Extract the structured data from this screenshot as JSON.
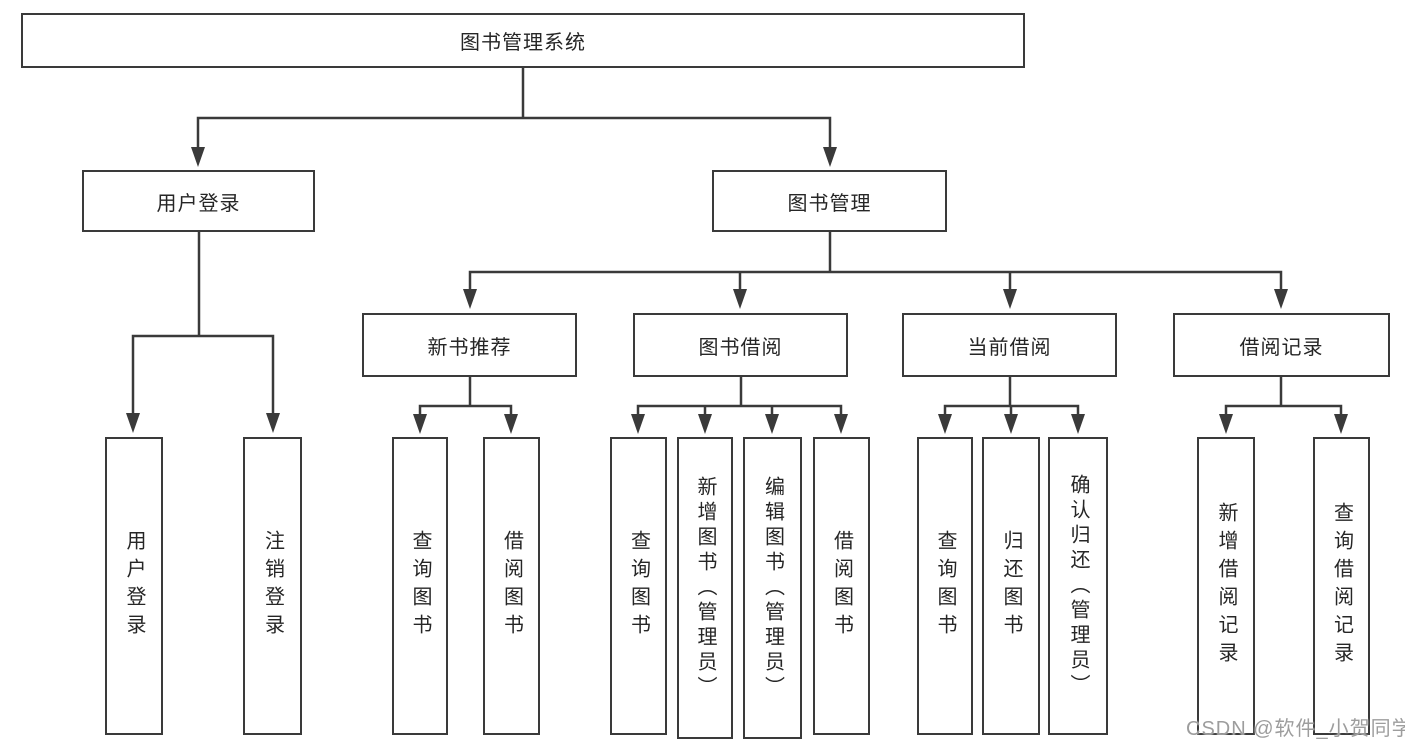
{
  "diagram": {
    "root": {
      "label": "图书管理系统"
    },
    "level2": [
      {
        "id": "user-login",
        "label": "用户登录"
      },
      {
        "id": "book-management",
        "label": "图书管理"
      }
    ],
    "level3": [
      {
        "id": "new-book-recommendation",
        "label": "新书推荐"
      },
      {
        "id": "book-borrowing",
        "label": "图书借阅"
      },
      {
        "id": "current-borrowing",
        "label": "当前借阅"
      },
      {
        "id": "borrowing-records",
        "label": "借阅记录"
      }
    ],
    "leaves": [
      {
        "id": "user-login-leaf",
        "label": "用户登录"
      },
      {
        "id": "logout",
        "label": "注销登录"
      },
      {
        "id": "query-book-recommend",
        "label": "查询图书"
      },
      {
        "id": "borrow-book-recommend",
        "label": "借阅图书"
      },
      {
        "id": "query-book-borrow",
        "label": "查询图书"
      },
      {
        "id": "add-book-admin",
        "label": "新增图书（管理员）"
      },
      {
        "id": "edit-book-admin",
        "label": "编辑图书（管理员）"
      },
      {
        "id": "borrow-book",
        "label": "借阅图书"
      },
      {
        "id": "query-book-current",
        "label": "查询图书"
      },
      {
        "id": "return-book",
        "label": "归还图书"
      },
      {
        "id": "confirm-return-admin",
        "label": "确认归还（管理员）"
      },
      {
        "id": "add-borrow-record",
        "label": "新增借阅记录"
      },
      {
        "id": "query-borrow-record",
        "label": "查询借阅记录"
      }
    ]
  },
  "watermark": {
    "text": "CSDN @软件_小贺同学"
  },
  "colors": {
    "line": "#3a3a3a",
    "text": "#262626",
    "watermark": "#9d9d9d",
    "background": "#ffffff"
  }
}
